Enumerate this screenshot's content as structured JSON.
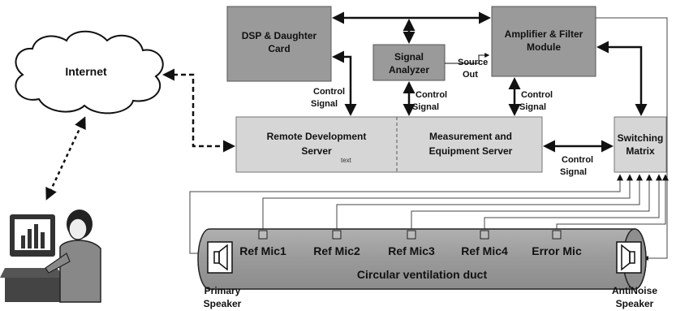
{
  "blocks": {
    "dsp": {
      "line1": "DSP & Daughter",
      "line2": "Card"
    },
    "amp": {
      "line1": "Amplifier & Filter",
      "line2": "Module"
    },
    "analyzer": {
      "line1": "Signal",
      "line2": "Analyzer"
    },
    "source_out": {
      "line1": "Source",
      "line2": "Out"
    },
    "remote": {
      "line1": "Remote Development",
      "line2": "Server",
      "note": "text"
    },
    "measure": {
      "line1": "Measurement and",
      "line2": "Equipment Server"
    },
    "switching": {
      "line1": "Switching",
      "line2": "Matrix"
    },
    "internet": "Internet"
  },
  "control_signal": {
    "line1": "Control",
    "line2": "Signal"
  },
  "duct": {
    "label": "Circular ventilation duct",
    "mics": [
      "Ref Mic1",
      "Ref Mic2",
      "Ref Mic3",
      "Ref Mic4",
      "Error Mic"
    ],
    "primary_speaker": {
      "line1": "Primary",
      "line2": "Speaker"
    },
    "antinoise_speaker": {
      "line1": "AntiNoise",
      "line2": "Speaker"
    }
  },
  "colors": {
    "block_dark": "#9a9a9a",
    "block_light": "#d6d6d6",
    "duct_fill": "#9c9c9c",
    "line": "#111111"
  }
}
